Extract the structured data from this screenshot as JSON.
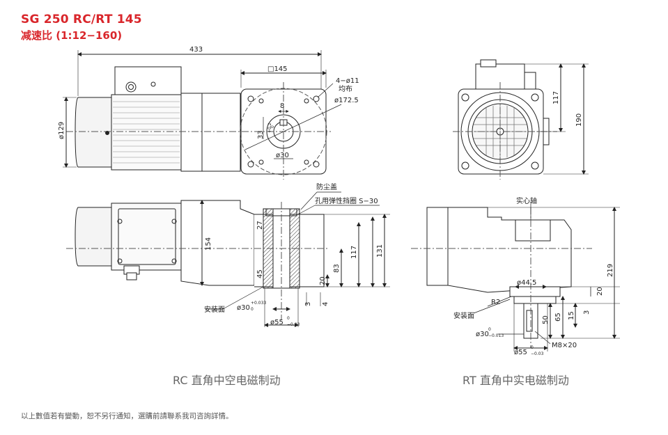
{
  "header": {
    "model": "SG 250 RC/RT 145",
    "ratio": "减速比 (1:12−160)",
    "accent_color": "#d9262b"
  },
  "rc_top": {
    "overall_length": "433",
    "flange_square": "□145",
    "bolt_holes": "4−ø11",
    "bolt_holes_note": "均布",
    "pcd": "ø172.5",
    "motor_dia": "ø129",
    "key_width": "8",
    "keyway_depth": "33",
    "keyway_tol_upper": "+0.2",
    "keyway_tol_lower": "0",
    "bore": "ø30"
  },
  "rc_side": {
    "dust_cover": "防尘盖",
    "circlip": "孔用弹性挡圈 S−30",
    "dim_154": "154",
    "dim_27": "27",
    "dim_45": "45",
    "dim_83": "83",
    "dim_117": "117",
    "dim_131": "131",
    "dim_20": "20",
    "dim_3": "3",
    "dim_4": "4",
    "mount_face": "安装面",
    "bore_dim": "ø30",
    "bore_tol_upper": "+0.033",
    "bore_tol_lower": "0",
    "pilot_dim": "ø55",
    "pilot_tol_upper": "0",
    "pilot_tol_lower": "−0.03"
  },
  "rt_front": {
    "dim_117": "117",
    "dim_190": "190"
  },
  "rt_side": {
    "solid_shaft": "实心轴",
    "dim_219": "219",
    "dim_445": "ø44.5",
    "dim_r2": "R2",
    "mount_face": "安装面",
    "dim_20": "20",
    "dim_50": "50",
    "dim_65": "65",
    "dim_15": "15",
    "dim_3": "3",
    "shaft_dim": "ø30",
    "shaft_tol_upper": "0",
    "shaft_tol_lower": "−0.013",
    "thread": "M8×20",
    "pilot_dim": "ø55",
    "pilot_tol_upper": "0",
    "pilot_tol_lower": "−0.03"
  },
  "captions": {
    "rc": "RC 直角中空电磁制动",
    "rt": "RT 直角中实电磁制动"
  },
  "footnote": "以上數值若有變動，恕不另行通知，選購前請聯系我司咨詢詳情。"
}
